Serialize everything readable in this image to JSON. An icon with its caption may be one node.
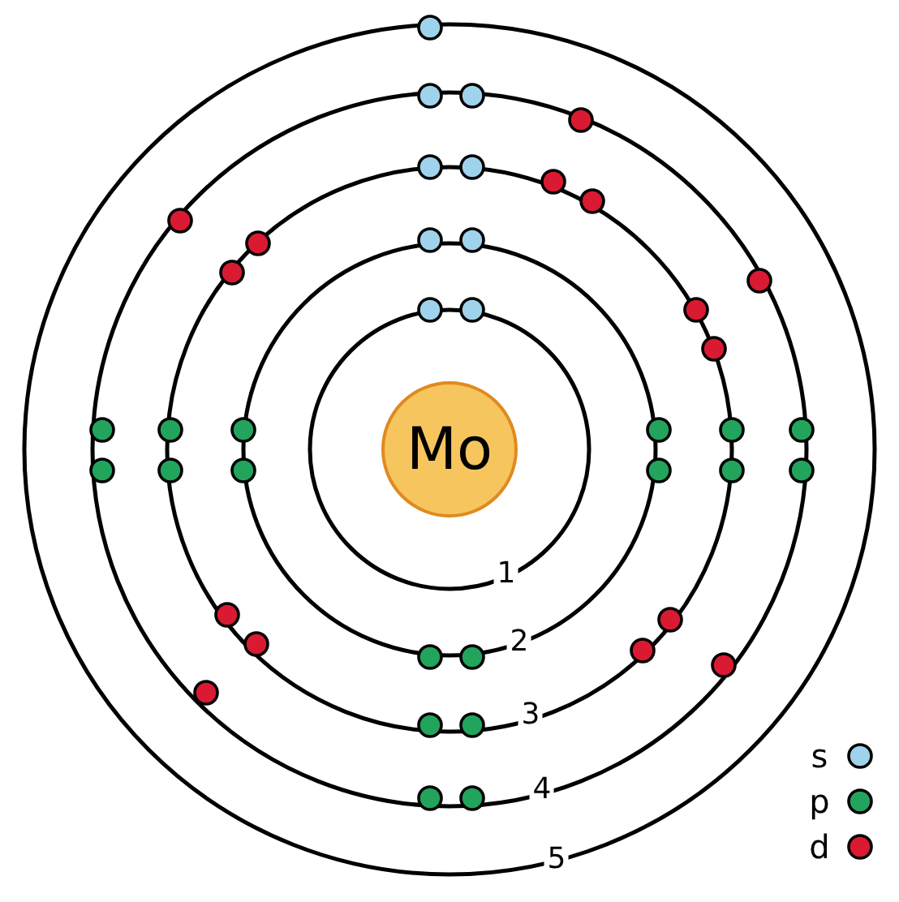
{
  "diagram": {
    "nodes": [
      {
        "text": [
          "Mo"
        ]
      }
    ],
    "edges": [],
    "labels": [
      "1",
      "2",
      "3",
      "4",
      "5"
    ],
    "legend": [
      {
        "text": "s",
        "color": "#9fd3ec"
      },
      {
        "text": "p",
        "color": "#22a45d"
      },
      {
        "text": "d",
        "color": "#d91a32"
      }
    ]
  }
}
